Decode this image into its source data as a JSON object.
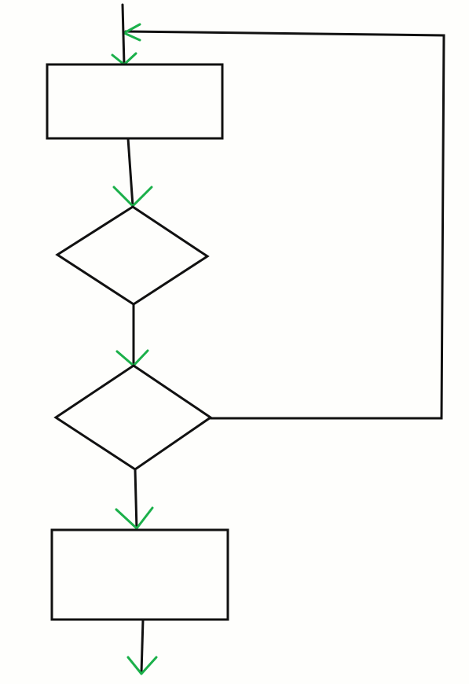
{
  "diagram": {
    "line_color": "#111111",
    "arrow_color": "#1bb04a",
    "background_color": "#fefefc",
    "nodes": [
      {
        "id": "process-box-top",
        "shape": "rectangle",
        "text": ""
      },
      {
        "id": "decision-diamond-1",
        "shape": "diamond",
        "text": ""
      },
      {
        "id": "decision-diamond-2",
        "shape": "diamond",
        "text": ""
      },
      {
        "id": "process-box-bottom",
        "shape": "rectangle",
        "text": ""
      }
    ],
    "edges": [
      {
        "from": "entry",
        "to": "process-box-top",
        "label": ""
      },
      {
        "from": "process-box-top",
        "to": "decision-diamond-1",
        "label": ""
      },
      {
        "from": "decision-diamond-1",
        "to": "decision-diamond-2",
        "label": ""
      },
      {
        "from": "decision-diamond-2",
        "to": "process-box-bottom",
        "label": ""
      },
      {
        "from": "decision-diamond-2",
        "to": "loop-return",
        "label": ""
      },
      {
        "from": "process-box-bottom",
        "to": "exit",
        "label": ""
      }
    ]
  }
}
